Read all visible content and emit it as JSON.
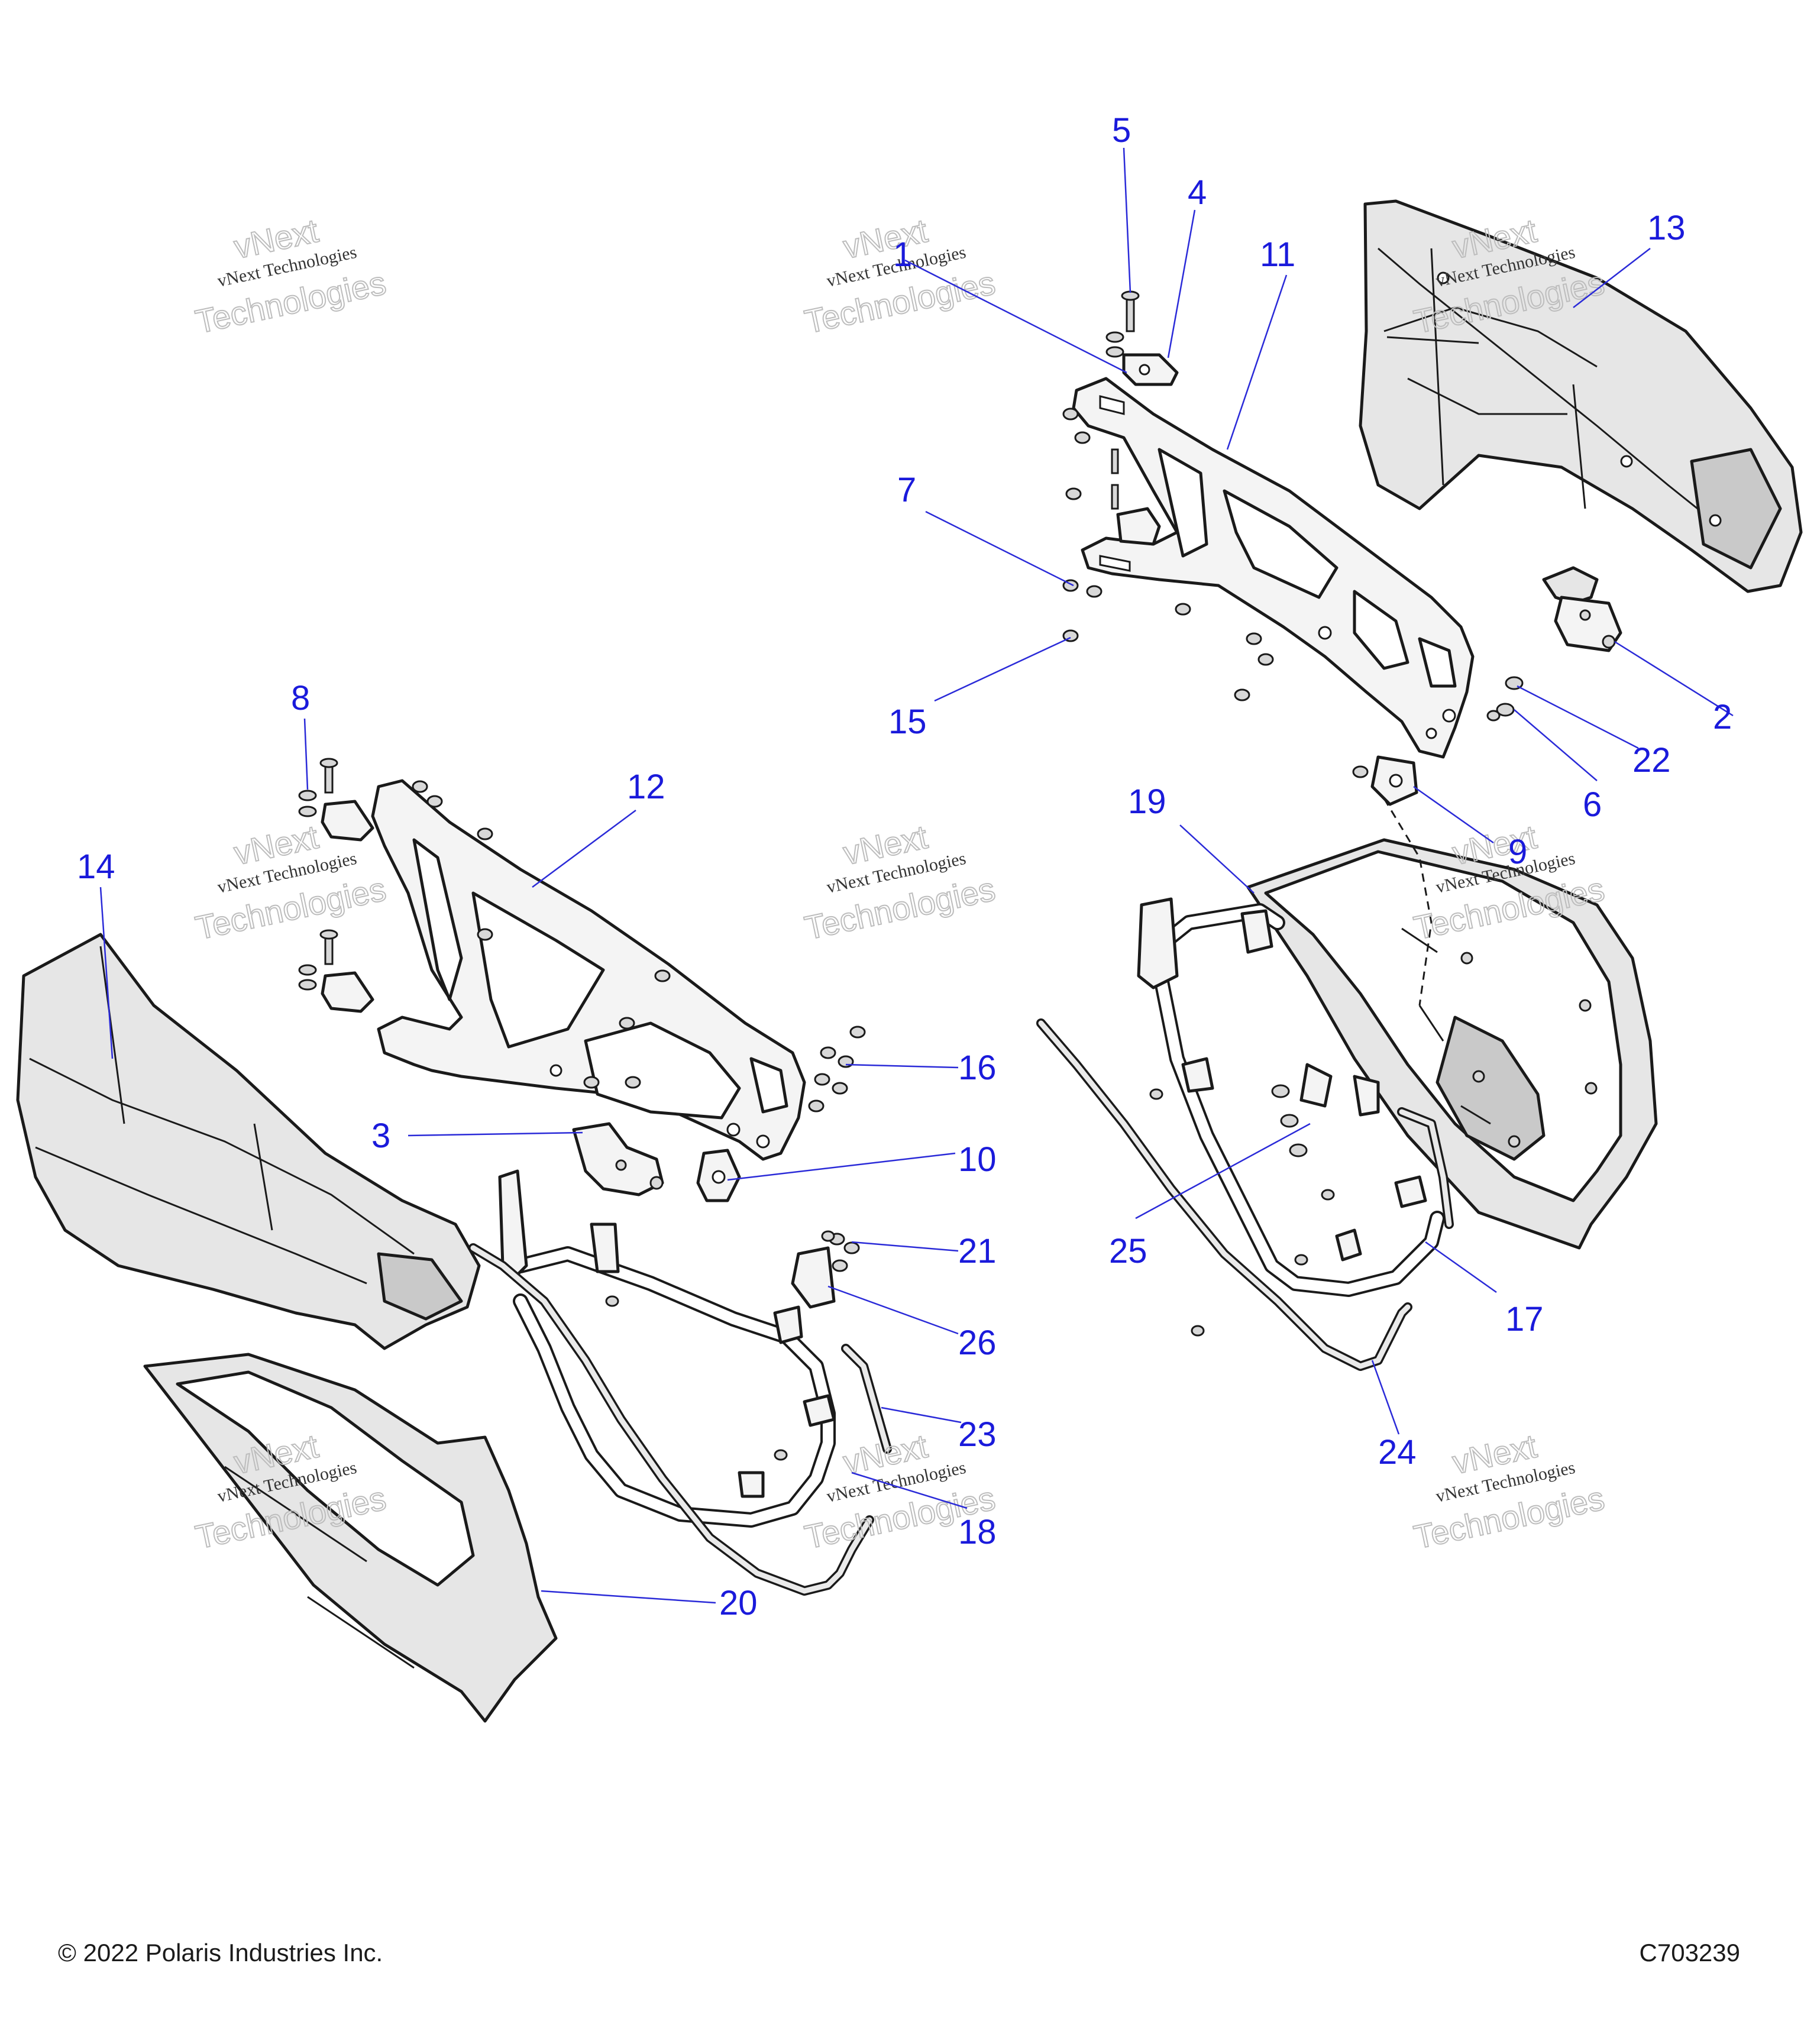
{
  "callouts": [
    {
      "id": "1",
      "label": "1"
    },
    {
      "id": "2",
      "label": "2"
    },
    {
      "id": "3",
      "label": "3"
    },
    {
      "id": "4",
      "label": "4"
    },
    {
      "id": "5",
      "label": "5"
    },
    {
      "id": "6",
      "label": "6"
    },
    {
      "id": "7",
      "label": "7"
    },
    {
      "id": "8",
      "label": "8"
    },
    {
      "id": "9",
      "label": "9"
    },
    {
      "id": "10",
      "label": "10"
    },
    {
      "id": "11",
      "label": "11"
    },
    {
      "id": "12",
      "label": "12"
    },
    {
      "id": "13",
      "label": "13"
    },
    {
      "id": "14",
      "label": "14"
    },
    {
      "id": "15",
      "label": "15"
    },
    {
      "id": "16",
      "label": "16"
    },
    {
      "id": "17",
      "label": "17"
    },
    {
      "id": "18",
      "label": "18"
    },
    {
      "id": "19",
      "label": "19"
    },
    {
      "id": "20",
      "label": "20"
    },
    {
      "id": "21",
      "label": "21"
    },
    {
      "id": "22",
      "label": "22"
    },
    {
      "id": "23",
      "label": "23"
    },
    {
      "id": "24",
      "label": "24"
    },
    {
      "id": "25",
      "label": "25"
    },
    {
      "id": "26",
      "label": "26"
    }
  ],
  "watermark": {
    "line1": "vNext Technologies",
    "line2": "vNext",
    "line3": "Technologies"
  },
  "footer": {
    "copyright": "© 2022 Polaris Industries Inc.",
    "figure_code": "C703239"
  },
  "colors": {
    "callout": "#1a1adb",
    "line_art": "#1a1a1a",
    "panel_fill": "#e6e6e6"
  }
}
